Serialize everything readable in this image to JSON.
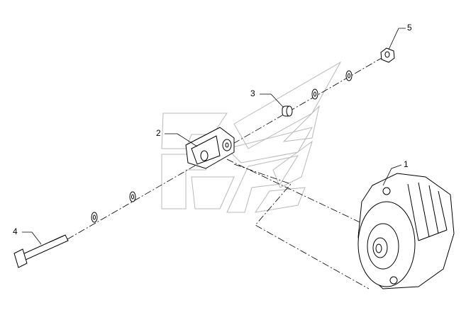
{
  "diagram": {
    "type": "exploded-parts-view",
    "callouts": [
      {
        "id": "1",
        "label": "1",
        "part": "alternator"
      },
      {
        "id": "2",
        "label": "2",
        "part": "bracket"
      },
      {
        "id": "3",
        "label": "3",
        "part": "spacer"
      },
      {
        "id": "4",
        "label": "4",
        "part": "bolt"
      },
      {
        "id": "5",
        "label": "5",
        "part": "nut"
      }
    ],
    "colors": {
      "line": "#000000",
      "watermark": "#b8b8b8"
    }
  }
}
